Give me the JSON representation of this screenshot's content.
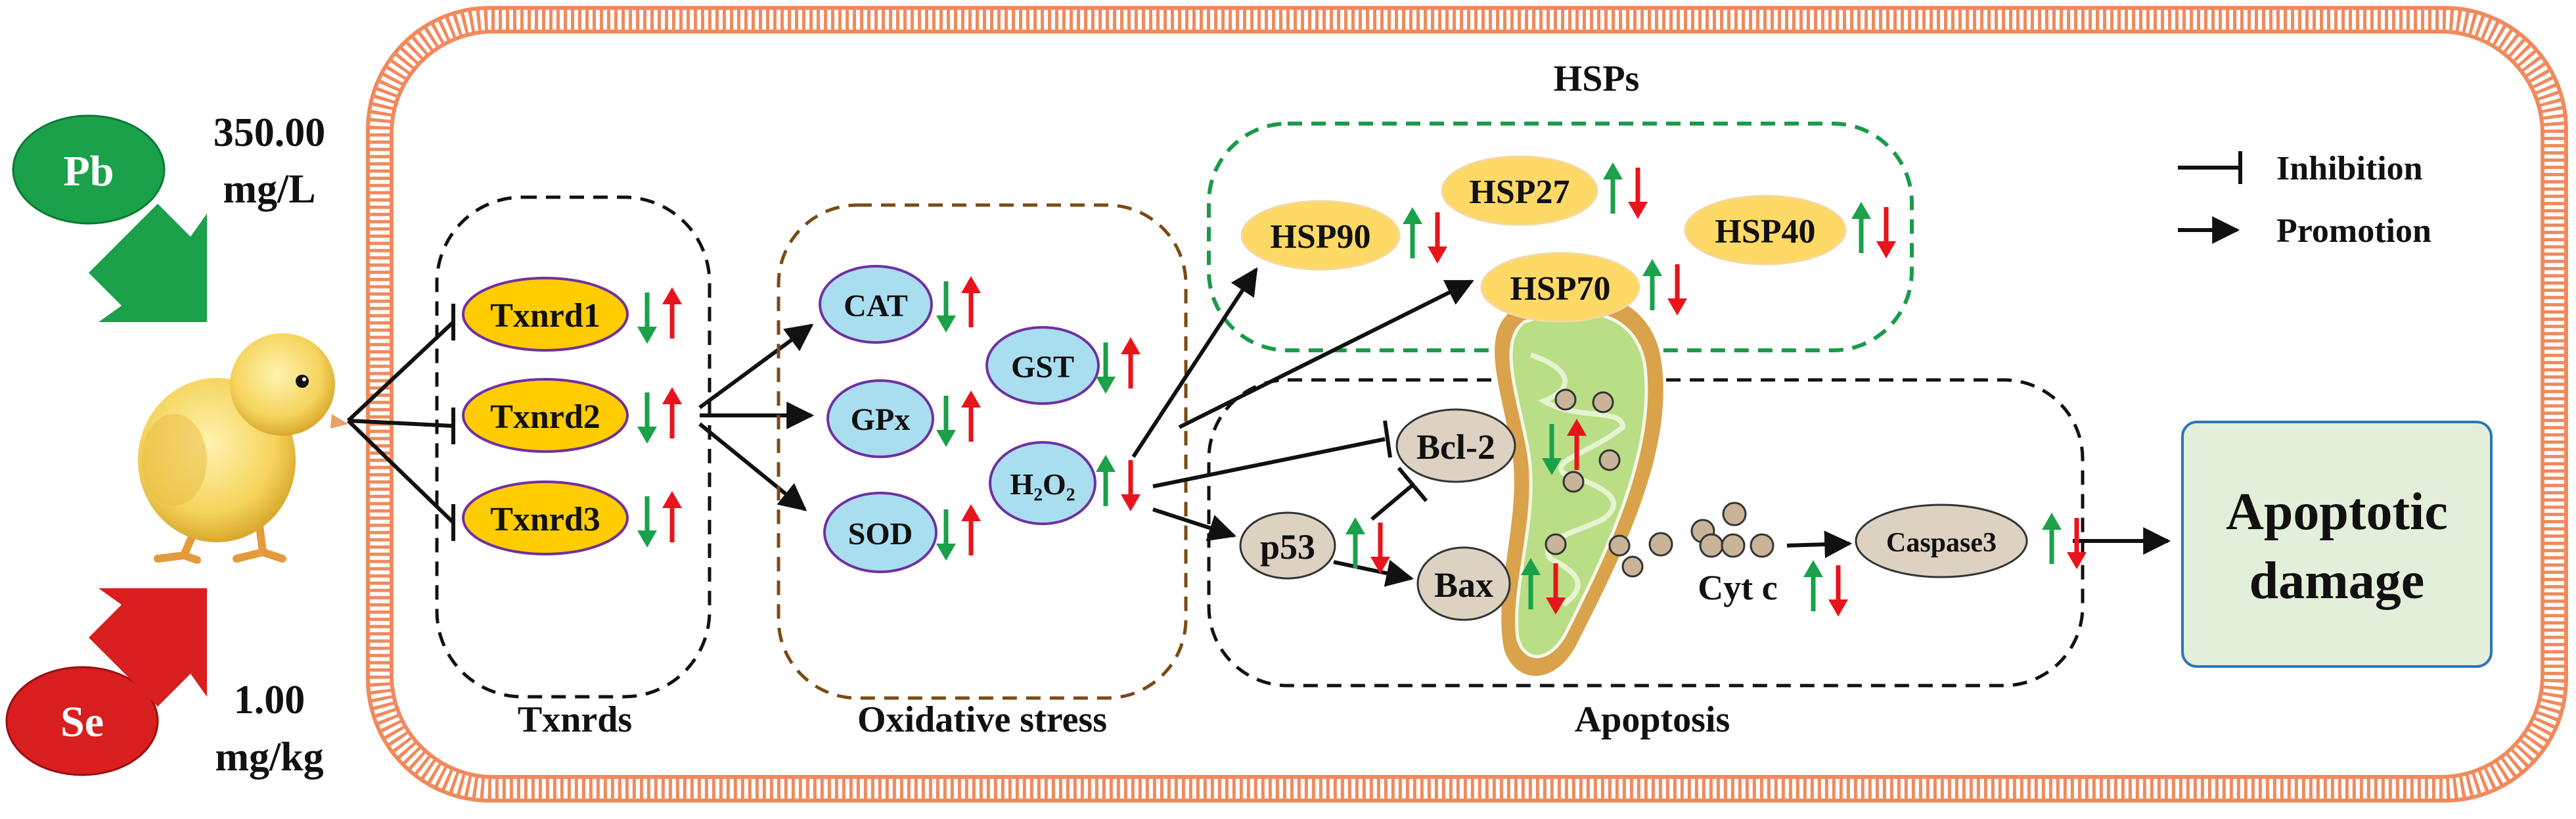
{
  "inputs": {
    "pb": {
      "label": "Pb",
      "dose": [
        "350.00",
        "mg/L"
      ]
    },
    "se": {
      "label": "Se",
      "dose": [
        "1.00",
        "mg/kg"
      ]
    }
  },
  "legend": {
    "inhibition": "Inhibition",
    "promotion": "Promotion"
  },
  "txnrds": {
    "title": "Txnrds",
    "items": [
      "Txnrd1",
      "Txnrd2",
      "Txnrd3"
    ]
  },
  "oxidative": {
    "title": "Oxidative stress",
    "cat": "CAT",
    "gpx": "GPx",
    "sod": "SOD",
    "gst": "GST",
    "h2o2": "H₂O₂"
  },
  "hsps": {
    "title": "HSPs",
    "hsp90": "HSP90",
    "hsp27": "HSP27",
    "hsp40": "HSP40",
    "hsp70": "HSP70"
  },
  "apoptosis": {
    "title": "Apoptosis",
    "bcl2": "Bcl-2",
    "p53": "p53",
    "bax": "Bax",
    "cytc": "Cyt c",
    "caspase3": "Caspase3"
  },
  "outcome": [
    "Apoptotic",
    "damage"
  ],
  "colors": {
    "membrane": "#f08a5d",
    "pb_fill": "#1aa14a",
    "se_fill": "#d81e1e",
    "txnrd_fill": "#ffcc00",
    "blue_fill": "#a9def0",
    "purple_border": "#7030a0",
    "hsp_fill": "#ffd966",
    "beige_fill": "#ddd2c2",
    "outcome_fill": "#e2f0d9",
    "outcome_border": "#2e75b6",
    "up_arrow_green": "#1aa14a",
    "down_arrow_red": "#e8141b",
    "mito_outer": "#d9a24b",
    "mito_inner": "#b9de86",
    "hsp_box_border": "#1b9a4b",
    "ox_box_border": "#7b4a14"
  }
}
